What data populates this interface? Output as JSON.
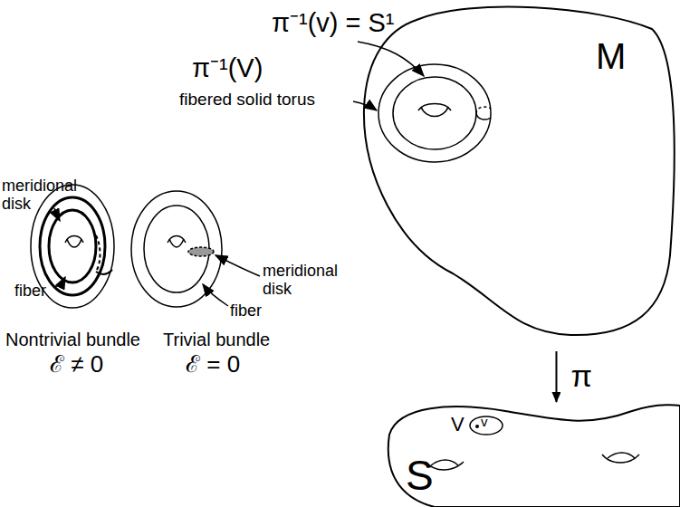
{
  "diagram": {
    "nodes": [
      {
        "text": [
          "M"
        ]
      },
      {
        "text": [
          "S"
        ]
      }
    ],
    "edges": [
      {
        "from": 0,
        "to": 1,
        "arrow": "to",
        "label": "π"
      }
    ],
    "labels": [
      "π⁻¹(v) = S¹",
      "π⁻¹(V)",
      "fibered solid torus",
      "meridional disk",
      "fiber",
      "Nontrivial bundle",
      "ℰ ≠ 0",
      "Trivial bundle",
      "ℰ = 0",
      "meridional disk",
      "fiber",
      "V",
      "v"
    ]
  }
}
